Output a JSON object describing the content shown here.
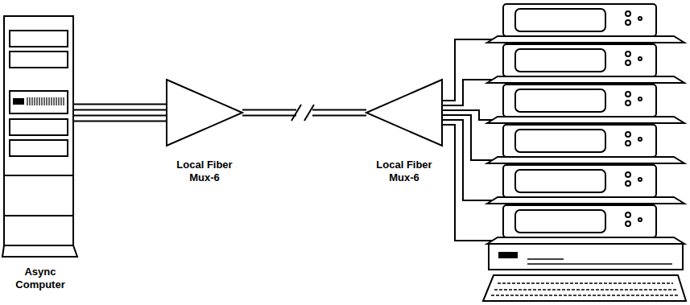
{
  "diagram": {
    "nodes": [
      {
        "text": [
          "Async Computer"
        ]
      },
      {
        "text": [
          "Local Fiber Mux-6"
        ]
      },
      {
        "text": [
          "Local Fiber Mux-6"
        ]
      }
    ],
    "edges": [
      {
        "from": 0,
        "to": 1,
        "arrow": "none"
      },
      {
        "from": 1,
        "to": 2,
        "arrow": "none"
      }
    ]
  }
}
